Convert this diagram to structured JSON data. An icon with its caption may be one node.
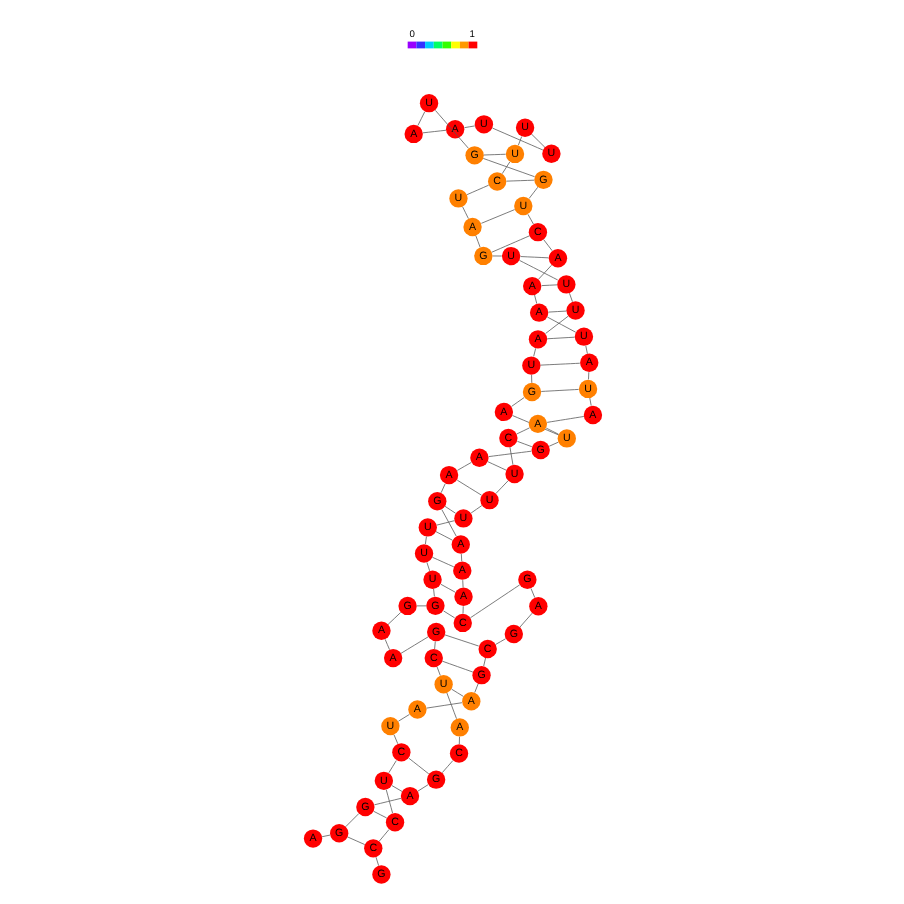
{
  "diagram": {
    "nodes": [
      {
        "text": [
          "G"
        ]
      },
      {
        "text": [
          "C"
        ]
      },
      {
        "text": [
          "C"
        ]
      },
      {
        "text": [
          "U"
        ]
      },
      {
        "text": [
          "C"
        ]
      },
      {
        "text": [
          "U"
        ]
      },
      {
        "text": [
          "A"
        ]
      },
      {
        "text": [
          "A"
        ]
      },
      {
        "text": [
          "G"
        ]
      },
      {
        "text": [
          "C"
        ]
      },
      {
        "text": [
          "G"
        ]
      },
      {
        "text": [
          "A"
        ]
      },
      {
        "text": [
          "G"
        ]
      },
      {
        "text": [
          "C"
        ]
      },
      {
        "text": [
          "A"
        ]
      },
      {
        "text": [
          "A"
        ]
      },
      {
        "text": [
          "A"
        ]
      },
      {
        "text": [
          "G"
        ]
      },
      {
        "text": [
          "A"
        ]
      },
      {
        "text": [
          "A"
        ]
      },
      {
        "text": [
          "G"
        ]
      },
      {
        "text": [
          "U"
        ]
      },
      {
        "text": [
          "A"
        ]
      },
      {
        "text": [
          "G"
        ]
      },
      {
        "text": [
          "U"
        ]
      },
      {
        "text": [
          "A"
        ]
      },
      {
        "text": [
          "U"
        ]
      },
      {
        "text": [
          "U"
        ]
      },
      {
        "text": [
          "U"
        ]
      },
      {
        "text": [
          "G"
        ]
      },
      {
        "text": [
          "A"
        ]
      },
      {
        "text": [
          "U"
        ]
      },
      {
        "text": [
          "C"
        ]
      },
      {
        "text": [
          "U"
        ]
      },
      {
        "text": [
          "U"
        ]
      },
      {
        "text": [
          "U"
        ]
      },
      {
        "text": [
          "U"
        ]
      },
      {
        "text": [
          "A"
        ]
      },
      {
        "text": [
          "A"
        ]
      },
      {
        "text": [
          "U"
        ]
      },
      {
        "text": [
          "G"
        ]
      },
      {
        "text": [
          "G"
        ]
      },
      {
        "text": [
          "U"
        ]
      },
      {
        "text": [
          "C"
        ]
      },
      {
        "text": [
          "A"
        ]
      },
      {
        "text": [
          "A"
        ]
      },
      {
        "text": [
          "A"
        ]
      },
      {
        "text": [
          "U"
        ]
      },
      {
        "text": [
          "A"
        ]
      },
      {
        "text": [
          "U"
        ]
      },
      {
        "text": [
          "A"
        ]
      },
      {
        "text": [
          "A"
        ]
      },
      {
        "text": [
          "C"
        ]
      },
      {
        "text": [
          "U"
        ]
      },
      {
        "text": [
          "U"
        ]
      },
      {
        "text": [
          "U"
        ]
      },
      {
        "text": [
          "U"
        ]
      },
      {
        "text": [
          "U"
        ]
      },
      {
        "text": [
          "U"
        ]
      },
      {
        "text": [
          "G"
        ]
      },
      {
        "text": [
          "G"
        ]
      },
      {
        "text": [
          "A"
        ]
      },
      {
        "text": [
          "A"
        ]
      },
      {
        "text": [
          "G"
        ]
      },
      {
        "text": [
          "C"
        ]
      },
      {
        "text": [
          "U"
        ]
      },
      {
        "text": [
          "A"
        ]
      },
      {
        "text": [
          "C"
        ]
      },
      {
        "text": [
          "G"
        ]
      },
      {
        "text": [
          "A"
        ]
      },
      {
        "text": [
          "G"
        ]
      },
      {
        "text": [
          "G"
        ]
      },
      {
        "text": [
          "A"
        ]
      }
    ],
    "edges": [
      {
        "from": 0,
        "to": 1,
        "arrow": "none"
      },
      {
        "from": 1,
        "to": 2,
        "arrow": "none"
      },
      {
        "from": 2,
        "to": 3,
        "arrow": "none"
      },
      {
        "from": 3,
        "to": 4,
        "arrow": "none"
      },
      {
        "from": 4,
        "to": 5,
        "arrow": "none"
      },
      {
        "from": 5,
        "to": 6,
        "arrow": "none"
      },
      {
        "from": 6,
        "to": 7,
        "arrow": "none"
      },
      {
        "from": 7,
        "to": 8,
        "arrow": "none"
      },
      {
        "from": 8,
        "to": 9,
        "arrow": "none"
      },
      {
        "from": 9,
        "to": 10,
        "arrow": "none"
      },
      {
        "from": 10,
        "to": 11,
        "arrow": "none"
      },
      {
        "from": 11,
        "to": 12,
        "arrow": "none"
      },
      {
        "from": 12,
        "to": 13,
        "arrow": "none"
      },
      {
        "from": 13,
        "to": 14,
        "arrow": "none"
      },
      {
        "from": 14,
        "to": 15,
        "arrow": "none"
      },
      {
        "from": 15,
        "to": 16,
        "arrow": "none"
      },
      {
        "from": 16,
        "to": 17,
        "arrow": "none"
      },
      {
        "from": 17,
        "to": 18,
        "arrow": "none"
      },
      {
        "from": 18,
        "to": 19,
        "arrow": "none"
      },
      {
        "from": 19,
        "to": 20,
        "arrow": "none"
      },
      {
        "from": 20,
        "to": 21,
        "arrow": "none"
      },
      {
        "from": 21,
        "to": 22,
        "arrow": "none"
      },
      {
        "from": 22,
        "to": 23,
        "arrow": "none"
      },
      {
        "from": 23,
        "to": 24,
        "arrow": "none"
      },
      {
        "from": 24,
        "to": 25,
        "arrow": "none"
      },
      {
        "from": 25,
        "to": 26,
        "arrow": "none"
      },
      {
        "from": 26,
        "to": 27,
        "arrow": "none"
      },
      {
        "from": 27,
        "to": 28,
        "arrow": "none"
      },
      {
        "from": 28,
        "to": 29,
        "arrow": "none"
      },
      {
        "from": 29,
        "to": 30,
        "arrow": "none"
      },
      {
        "from": 30,
        "to": 31,
        "arrow": "none"
      },
      {
        "from": 31,
        "to": 32,
        "arrow": "none"
      },
      {
        "from": 32,
        "to": 33,
        "arrow": "none"
      },
      {
        "from": 33,
        "to": 34,
        "arrow": "none"
      },
      {
        "from": 34,
        "to": 35,
        "arrow": "none"
      },
      {
        "from": 35,
        "to": 36,
        "arrow": "none"
      },
      {
        "from": 36,
        "to": 37,
        "arrow": "none"
      },
      {
        "from": 37,
        "to": 38,
        "arrow": "none"
      },
      {
        "from": 38,
        "to": 39,
        "arrow": "none"
      },
      {
        "from": 39,
        "to": 40,
        "arrow": "none"
      },
      {
        "from": 40,
        "to": 41,
        "arrow": "none"
      },
      {
        "from": 41,
        "to": 42,
        "arrow": "none"
      },
      {
        "from": 42,
        "to": 43,
        "arrow": "none"
      },
      {
        "from": 43,
        "to": 44,
        "arrow": "none"
      },
      {
        "from": 44,
        "to": 45,
        "arrow": "none"
      },
      {
        "from": 45,
        "to": 46,
        "arrow": "none"
      },
      {
        "from": 46,
        "to": 47,
        "arrow": "none"
      },
      {
        "from": 47,
        "to": 48,
        "arrow": "none"
      },
      {
        "from": 48,
        "to": 49,
        "arrow": "none"
      },
      {
        "from": 49,
        "to": 50,
        "arrow": "none"
      },
      {
        "from": 50,
        "to": 51,
        "arrow": "none"
      },
      {
        "from": 51,
        "to": 52,
        "arrow": "none"
      },
      {
        "from": 52,
        "to": 53,
        "arrow": "none"
      },
      {
        "from": 53,
        "to": 54,
        "arrow": "none"
      },
      {
        "from": 54,
        "to": 55,
        "arrow": "none"
      },
      {
        "from": 55,
        "to": 56,
        "arrow": "none"
      },
      {
        "from": 56,
        "to": 57,
        "arrow": "none"
      },
      {
        "from": 57,
        "to": 58,
        "arrow": "none"
      },
      {
        "from": 58,
        "to": 59,
        "arrow": "none"
      },
      {
        "from": 59,
        "to": 60,
        "arrow": "none"
      },
      {
        "from": 60,
        "to": 61,
        "arrow": "none"
      },
      {
        "from": 61,
        "to": 62,
        "arrow": "none"
      },
      {
        "from": 62,
        "to": 63,
        "arrow": "none"
      },
      {
        "from": 63,
        "to": 64,
        "arrow": "none"
      },
      {
        "from": 64,
        "to": 65,
        "arrow": "none"
      },
      {
        "from": 65,
        "to": 66,
        "arrow": "none"
      },
      {
        "from": 66,
        "to": 67,
        "arrow": "none"
      },
      {
        "from": 67,
        "to": 68,
        "arrow": "none"
      },
      {
        "from": 68,
        "to": 69,
        "arrow": "none"
      },
      {
        "from": 69,
        "to": 70,
        "arrow": "none"
      },
      {
        "from": 70,
        "to": 71,
        "arrow": "none"
      },
      {
        "from": 71,
        "to": 72,
        "arrow": "none"
      },
      {
        "from": 1,
        "to": 71,
        "arrow": "none"
      },
      {
        "from": 2,
        "to": 70,
        "arrow": "none"
      },
      {
        "from": 3,
        "to": 69,
        "arrow": "none"
      },
      {
        "from": 4,
        "to": 68,
        "arrow": "none"
      },
      {
        "from": 7,
        "to": 65,
        "arrow": "none"
      },
      {
        "from": 8,
        "to": 64,
        "arrow": "none"
      },
      {
        "from": 9,
        "to": 63,
        "arrow": "none"
      },
      {
        "from": 13,
        "to": 59,
        "arrow": "none"
      },
      {
        "from": 14,
        "to": 58,
        "arrow": "none"
      },
      {
        "from": 15,
        "to": 57,
        "arrow": "none"
      },
      {
        "from": 16,
        "to": 56,
        "arrow": "none"
      },
      {
        "from": 17,
        "to": 55,
        "arrow": "none"
      },
      {
        "from": 18,
        "to": 54,
        "arrow": "none"
      },
      {
        "from": 19,
        "to": 53,
        "arrow": "none"
      },
      {
        "from": 20,
        "to": 52,
        "arrow": "none"
      },
      {
        "from": 21,
        "to": 51,
        "arrow": "none"
      },
      {
        "from": 23,
        "to": 49,
        "arrow": "none"
      },
      {
        "from": 24,
        "to": 48,
        "arrow": "none"
      },
      {
        "from": 25,
        "to": 47,
        "arrow": "none"
      },
      {
        "from": 26,
        "to": 46,
        "arrow": "none"
      },
      {
        "from": 27,
        "to": 45,
        "arrow": "none"
      },
      {
        "from": 28,
        "to": 44,
        "arrow": "none"
      },
      {
        "from": 29,
        "to": 43,
        "arrow": "none"
      },
      {
        "from": 30,
        "to": 42,
        "arrow": "none"
      },
      {
        "from": 32,
        "to": 41,
        "arrow": "none"
      },
      {
        "from": 33,
        "to": 40,
        "arrow": "none"
      }
    ],
    "labels": [
      "0",
      "1"
    ]
  }
}
